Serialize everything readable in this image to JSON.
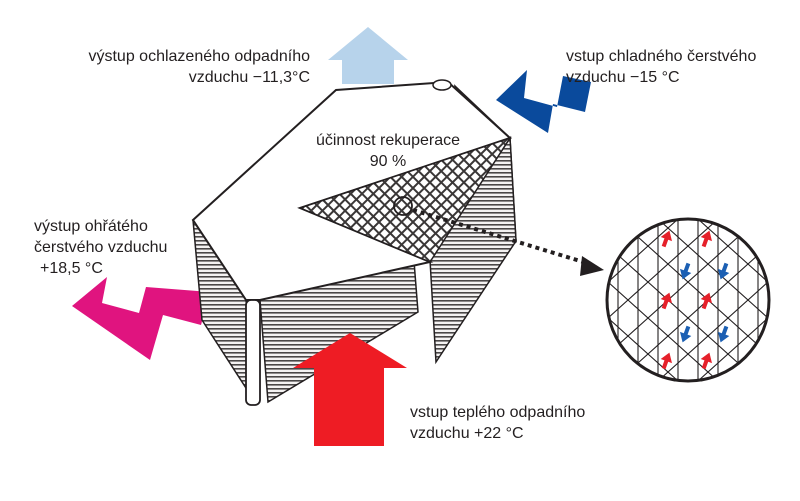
{
  "labels": {
    "exhaust_out": {
      "line1": "výstup ochlazeného odpadního",
      "line2": "vzduchu −11,3°C"
    },
    "fresh_in": {
      "line1": "vstup chladného čerstvého",
      "line2": "vzduchu −15 °C"
    },
    "efficiency": {
      "line1": "účinnost rekuperace",
      "line2": "90 %"
    },
    "fresh_out": {
      "line1": "výstup ohřátého",
      "line2": "čerstvého vzduchu",
      "line3": "+18,5 °C"
    },
    "exhaust_in": {
      "line1": "vstup teplého odpadního",
      "line2": "vzduchu +22 °C"
    }
  },
  "icons": [
    "arrow-exhaust-out-icon",
    "arrow-fresh-in-icon",
    "arrow-fresh-out-icon",
    "arrow-exhaust-in-icon",
    "magnifier-circle-icon"
  ],
  "colors": {
    "exhaust_out_arrow": "#b7d3eb",
    "fresh_in_arrow": "#0a4a9c",
    "fresh_out_arrow": "#e0147f",
    "exhaust_in_arrow": "#ee1c24",
    "detail_up_arrow": "#e5202a",
    "detail_down_arrow": "#1b5fb3",
    "text": "#231f20",
    "fins": "#4a4747"
  }
}
